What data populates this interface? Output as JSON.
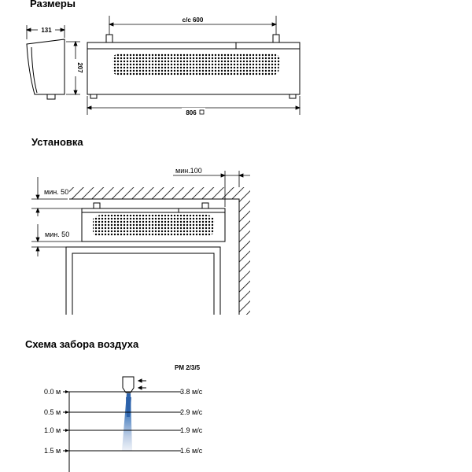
{
  "sections": {
    "dimensions": "Размеры",
    "installation": "Установка",
    "airflow": "Схема забора воздуха"
  },
  "dimensions": {
    "depth": "131",
    "height": "207",
    "mount_spacing": "c/c 600",
    "length": "806"
  },
  "installation": {
    "top_clearance": "мин. 50",
    "bottom_clearance": "мин. 50",
    "side_clearance": "мин.100"
  },
  "airflow": {
    "model": "PM 2/3/5",
    "rows": [
      {
        "distance": "0.0 м",
        "speed": "3.8 м/с"
      },
      {
        "distance": "0.5 м",
        "speed": "2.9 м/с"
      },
      {
        "distance": "1.0 м",
        "speed": "1.9 м/с"
      },
      {
        "distance": "1.5 м",
        "speed": "1.6 м/с"
      }
    ]
  },
  "colors": {
    "line": "#000000",
    "air_core": "#2a5fa8",
    "air_light": "#bfcfe6"
  }
}
